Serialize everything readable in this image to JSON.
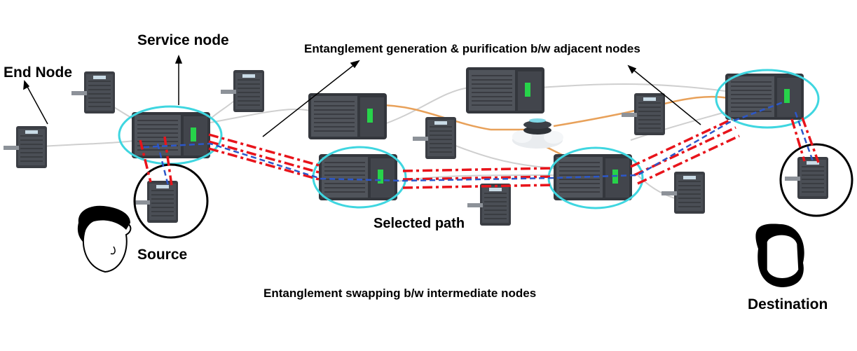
{
  "labels": {
    "service_node": "Service node",
    "end_node": "End Node",
    "entanglement_generation": "Entanglement generation & purification b/w adjacent nodes",
    "selected_path": "Selected path",
    "source": "Source",
    "entanglement_swapping": "Entanglement swapping b/w intermediate nodes",
    "destination": "Destination"
  },
  "colors": {
    "highlight_ring": "#3fd6e0",
    "endpoint_ring": "#000000",
    "entanglement_red": "#e8141b",
    "entanglement_blue": "#2c57c9",
    "orange_link": "#e8a15a",
    "gray_link": "#cfcfcf",
    "server_body": "#3b3e44",
    "server_led": "#27d34a"
  },
  "icons": {
    "server": "server-tower-icon",
    "cloud": "cloud-database-icon",
    "source_person": "man-head-icon",
    "destination_person": "woman-head-icon"
  }
}
